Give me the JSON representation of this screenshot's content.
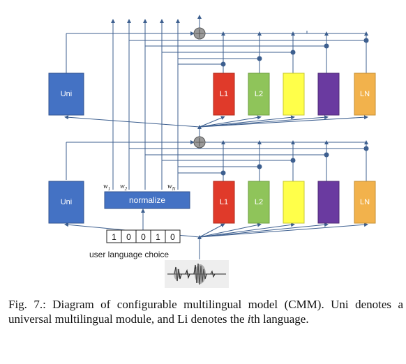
{
  "modules": {
    "uni": "Uni",
    "l1": "L1",
    "l2": "L2",
    "ln": "LN"
  },
  "weights": {
    "w1": "w1",
    "w2": "w2",
    "wN": "wN"
  },
  "normalize_label": "normalize",
  "choice_bits": [
    "1",
    "0",
    "0",
    "1",
    "0"
  ],
  "choice_label": "user language choice",
  "caption": {
    "part1": "Fig. 7.: Diagram of configurable multilingual model (CMM). Uni denotes a universal multilingual module, and Li denotes the ",
    "italic": "i",
    "part2": "th language."
  },
  "colors": {
    "uni": "#4472c4",
    "l1": "#e03a2a",
    "l2": "#8fc45a",
    "l3": "#ffff4a",
    "l4": "#6a3aa0",
    "ln": "#f2b24c",
    "normalize": "#4472c4",
    "wire": "#3d5f8f",
    "sum": "#9a9a9a"
  }
}
